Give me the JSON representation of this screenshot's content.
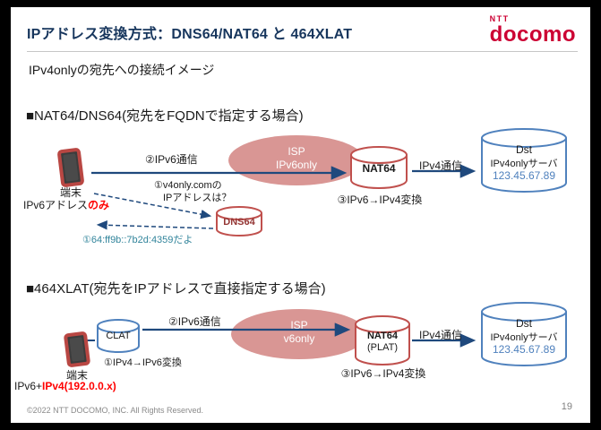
{
  "colors": {
    "docomo_red": "#CC0033",
    "title_navy": "#17365D",
    "arrow_navy": "#1F497D",
    "isp_pink": "#D99694",
    "node_red": "#C0504D",
    "node_blue": "#4F81BD",
    "answer_teal": "#31849B",
    "emphasis_red": "#FF0000"
  },
  "header": {
    "title": "IPアドレス変換方式：DNS64/NAT64 と 464XLAT",
    "logo_ntt": "NTT",
    "logo_docomo": "docomo"
  },
  "subtitle": "IPv4onlyの宛先への接続イメージ",
  "section1": {
    "heading": "■NAT64/DNS64(宛先をFQDNで指定する場合)",
    "device": {
      "label": "端末",
      "sub_plain": "IPv6アドレス",
      "sub_em": "のみ"
    },
    "flow_label": "②IPv6通信",
    "isp": {
      "name": "ISP",
      "type": "IPv6only"
    },
    "nat64": "NAT64",
    "nat64_caption": "③IPv6→IPv4変換",
    "ipv4_label": "IPv4通信",
    "dst": {
      "name": "Dst",
      "desc": "IPv4onlyサーバ",
      "ip": "123.45.67.89"
    },
    "dns_query_1": "①v4only.comの",
    "dns_query_2": "IPアドレスは？",
    "dns64": "DNS64",
    "dns_answer": "①64:ff9b::7b2d:4359だよ"
  },
  "section2": {
    "heading": "■464XLAT(宛先をIPアドレスで直接指定する場合)",
    "device": {
      "label": "端末",
      "sub_plain": "IPv6+",
      "sub_em": "IPv4(192.0.0.x)"
    },
    "clat": "CLAT",
    "clat_caption": "①IPv4→IPv6変換",
    "flow_label": "②IPv6通信",
    "isp": {
      "name": "ISP",
      "type": "v6only"
    },
    "nat64": "NAT64",
    "nat64_sub": "(PLAT)",
    "nat64_caption": "③IPv6→IPv4変換",
    "ipv4_label": "IPv4通信",
    "dst": {
      "name": "Dst",
      "desc": "IPv4onlyサーバ",
      "ip": "123.45.67.89"
    }
  },
  "footer": {
    "copyright": "©2022 NTT DOCOMO, INC. All Rights Reserved.",
    "page": "19"
  }
}
